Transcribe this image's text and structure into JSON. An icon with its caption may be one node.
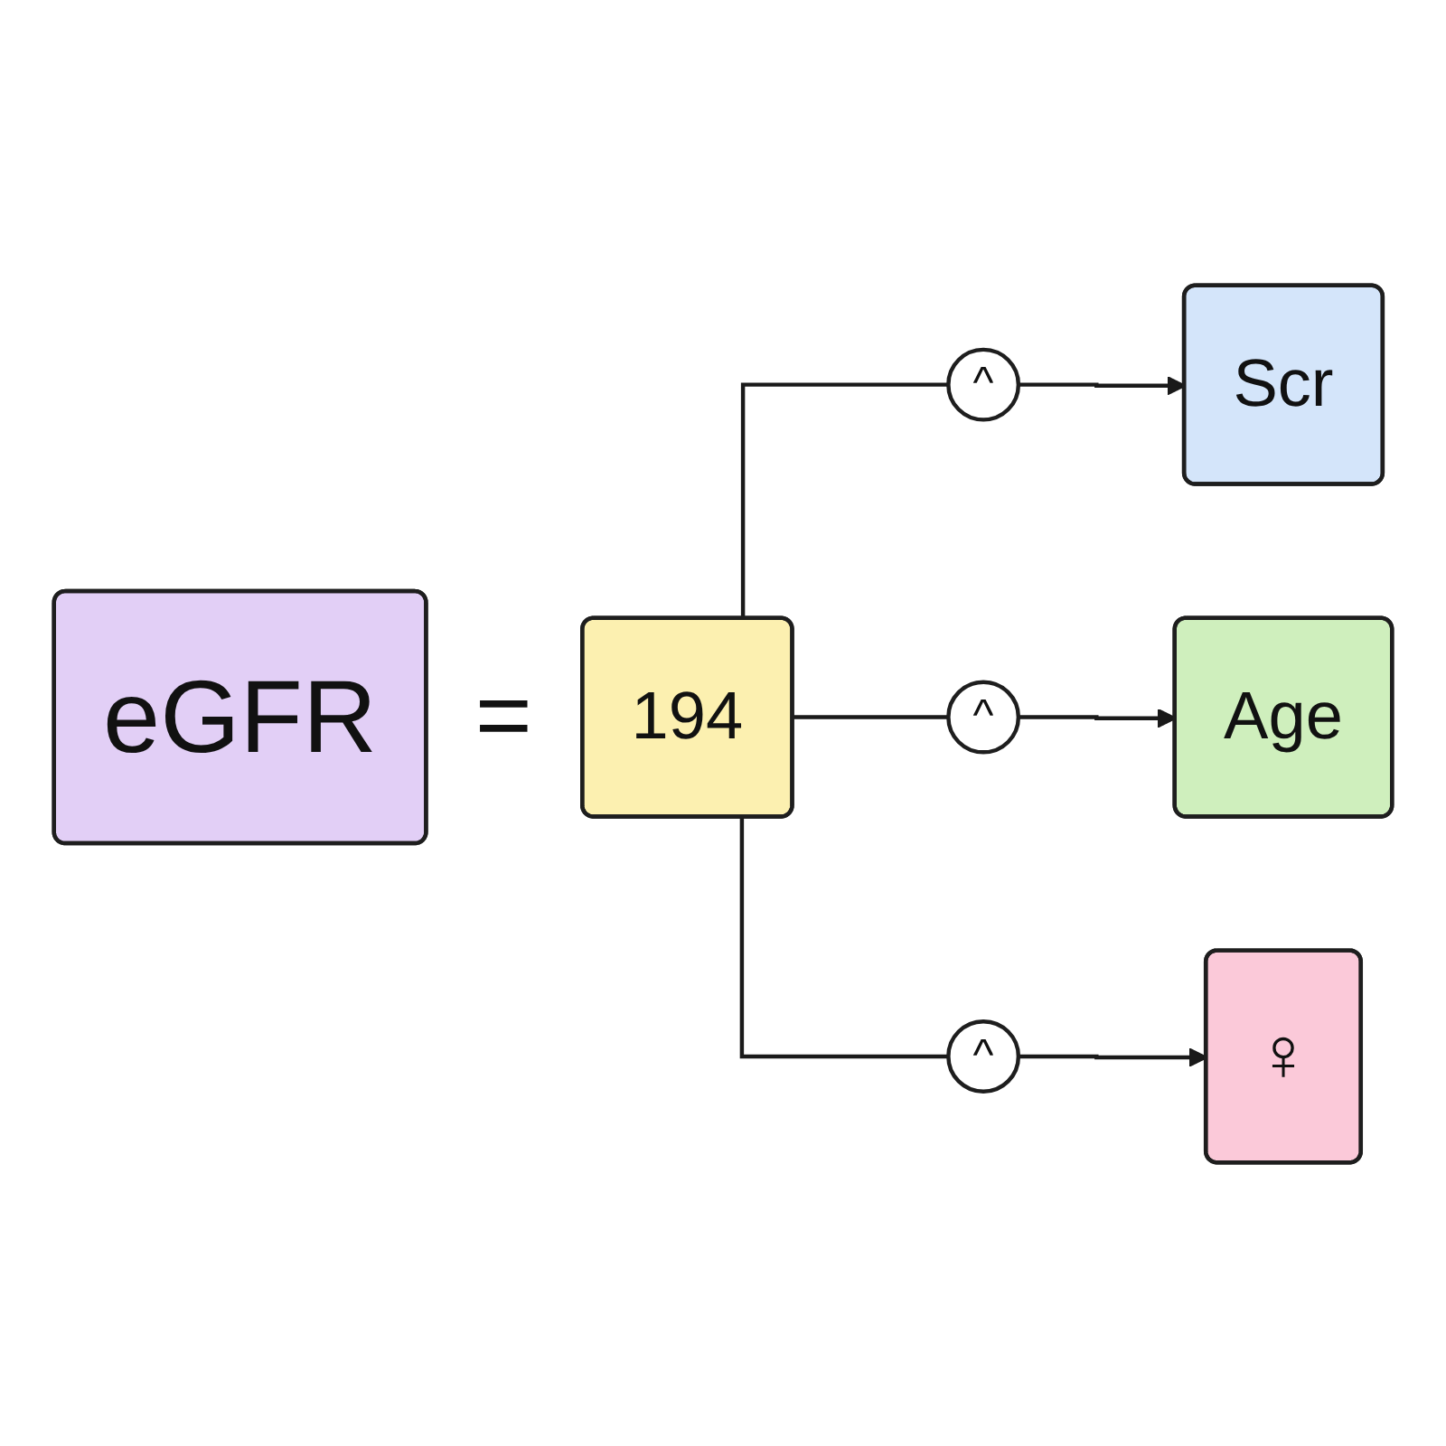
{
  "diagram": {
    "nodes": [
      {
        "text": [
          "eGFR"
        ]
      },
      {
        "text": [
          "194"
        ]
      },
      {
        "text": [
          "^"
        ]
      },
      {
        "text": [
          "^"
        ]
      },
      {
        "text": [
          "^"
        ]
      },
      {
        "text": [
          "Scr"
        ]
      },
      {
        "text": [
          "Age"
        ]
      },
      {
        "text": [
          "♀"
        ]
      }
    ],
    "edges": [
      {
        "from": 1,
        "to": 2,
        "arrow": "none"
      },
      {
        "from": 2,
        "to": 5,
        "arrow": "to"
      },
      {
        "from": 1,
        "to": 3,
        "arrow": "none"
      },
      {
        "from": 3,
        "to": 6,
        "arrow": "to"
      },
      {
        "from": 1,
        "to": 4,
        "arrow": "none"
      },
      {
        "from": 4,
        "to": 7,
        "arrow": "to"
      }
    ],
    "labels": [
      "="
    ]
  }
}
